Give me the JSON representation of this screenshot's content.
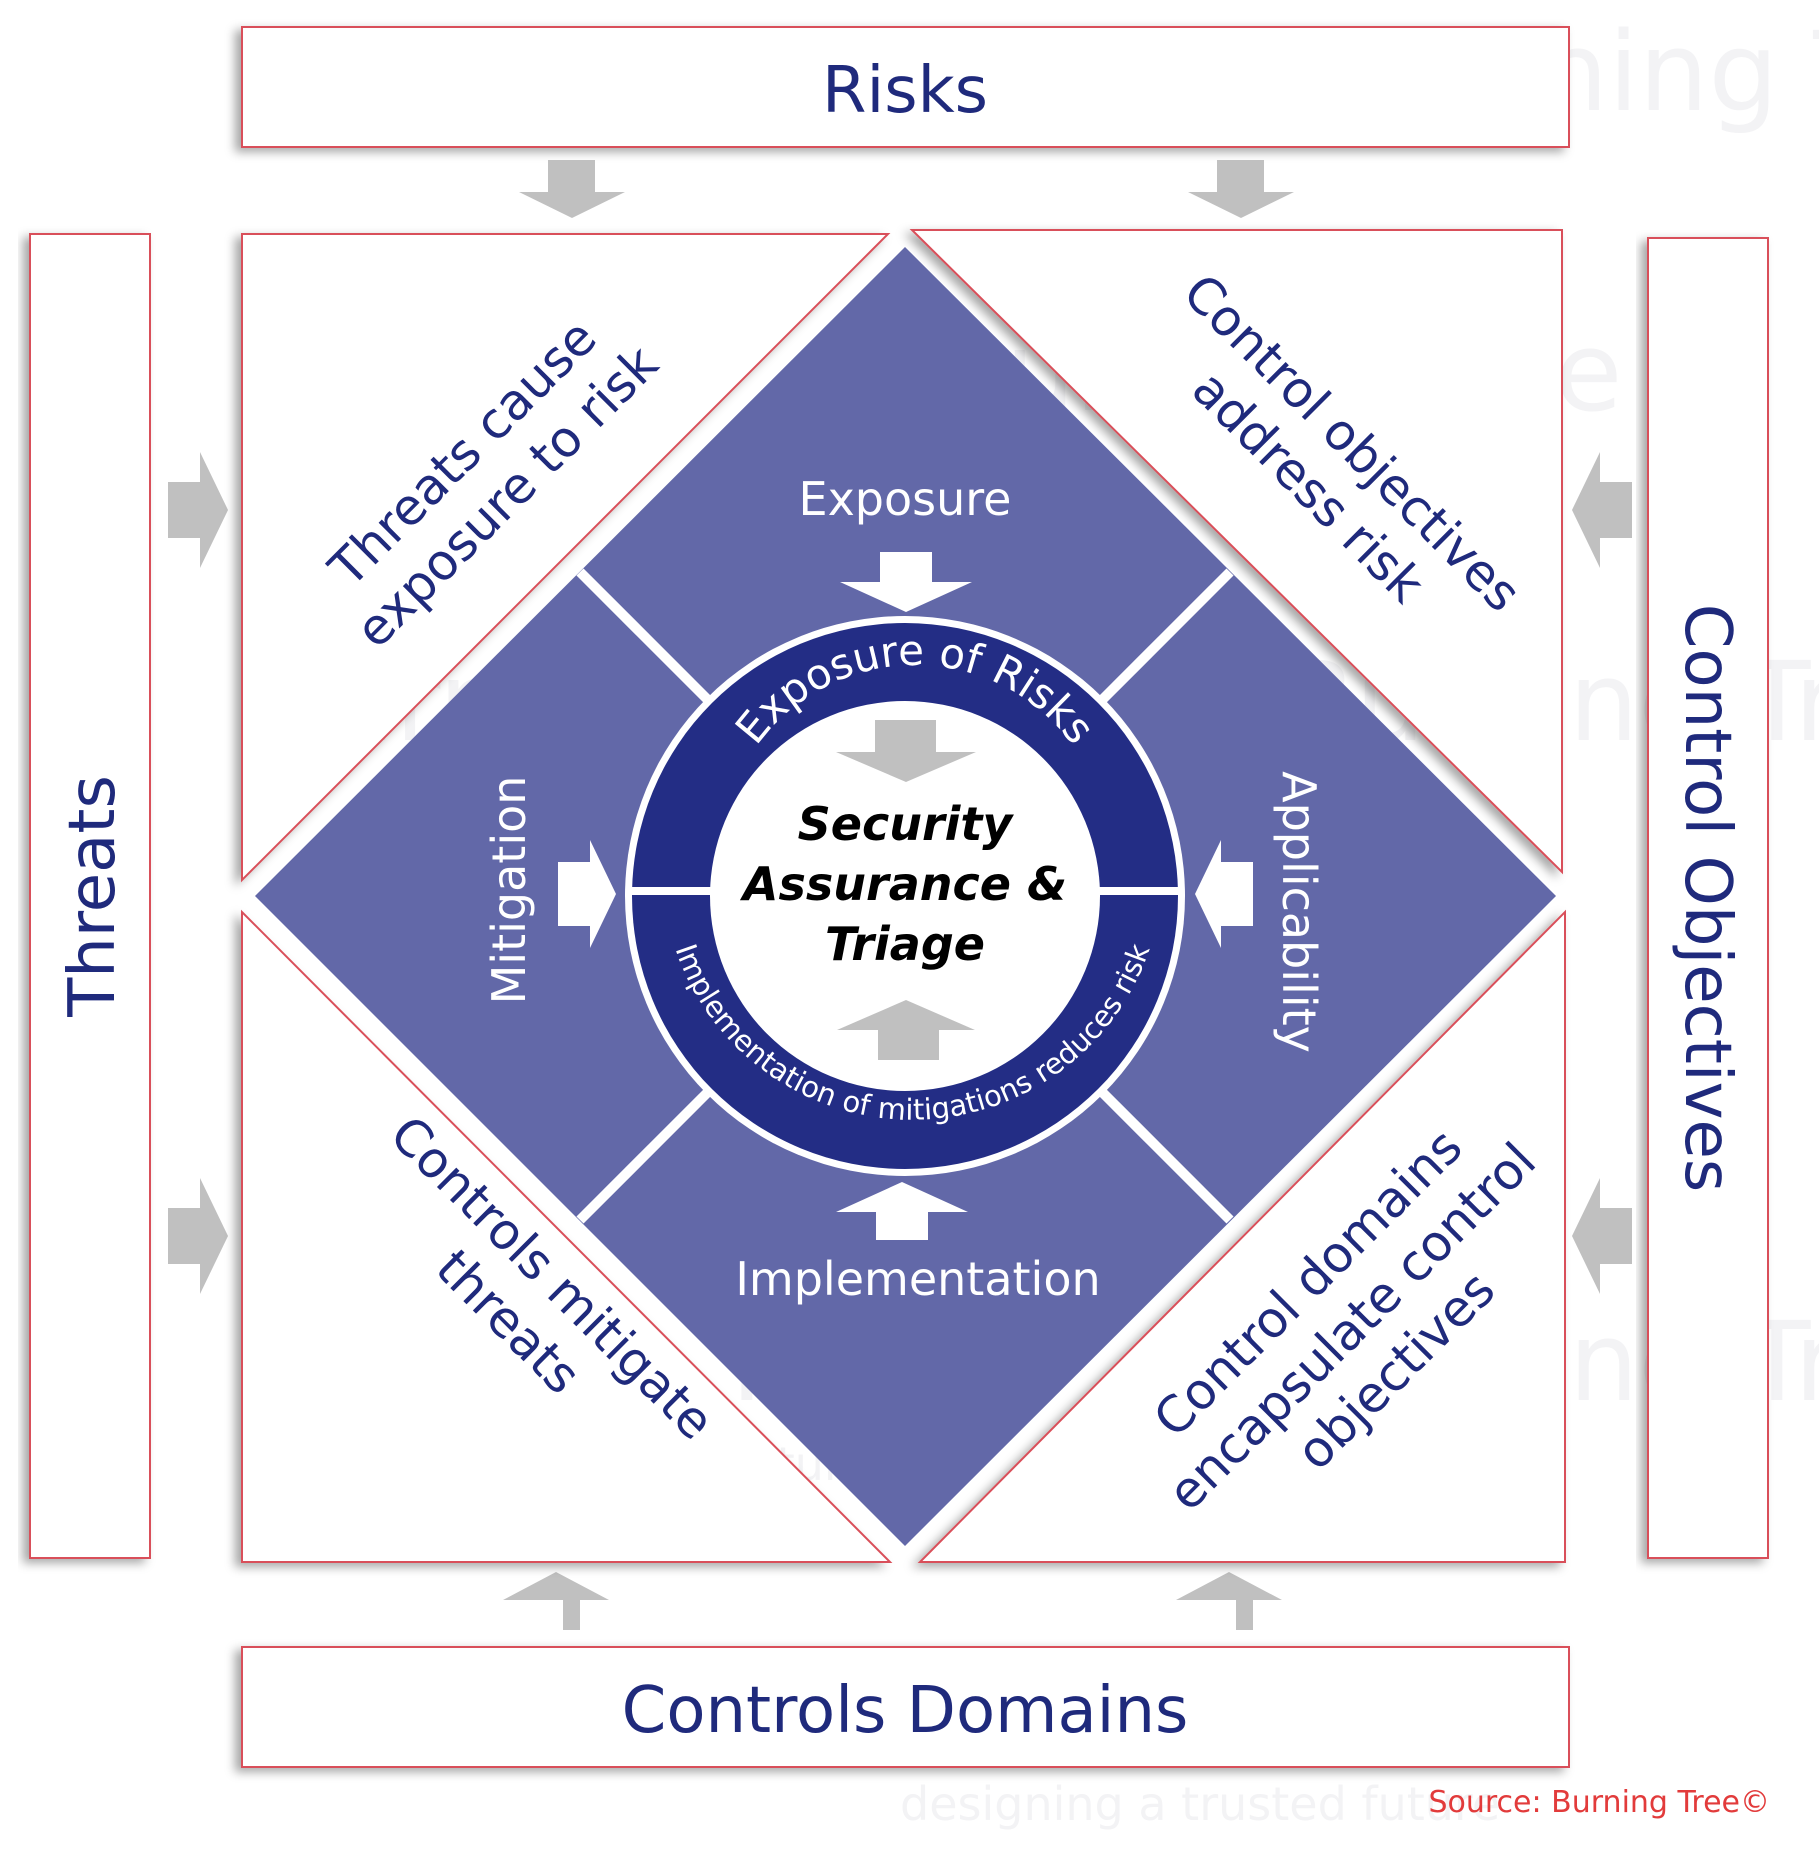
{
  "colors": {
    "diamond": "#6268a8",
    "ring": "#232d85",
    "label_text": "#1f2a7c",
    "box_border": "#d9505a",
    "arrow_gray": "#c0c0c0",
    "source_text": "#e23b3b"
  },
  "watermark": {
    "brand": "Burning Tree",
    "tagline": "designing a trusted future"
  },
  "outer_boxes": {
    "top": "Risks",
    "left": "Threats",
    "right": "Control Objectives",
    "bottom": "Controls Domains"
  },
  "corner_texts": {
    "top_left": [
      "Threats cause",
      "exposure to risk"
    ],
    "top_right": [
      "Control objectives",
      "address risk"
    ],
    "bottom_left": [
      "Controls mitigate",
      "threats"
    ],
    "bottom_right": [
      "Control domains",
      "encapsulate control",
      "objectives"
    ]
  },
  "diamond_labels": {
    "top": "Exposure",
    "left": "Mitigation",
    "right": "Applicability",
    "bottom": "Implementation"
  },
  "ring": {
    "top_arc": "Exposure of Risks",
    "bottom_arc": "Implementation of mitigations reduces risk"
  },
  "center": {
    "lines": [
      "Security",
      "Assurance &",
      "Triage"
    ]
  },
  "source": "Source: Burning Tree©"
}
